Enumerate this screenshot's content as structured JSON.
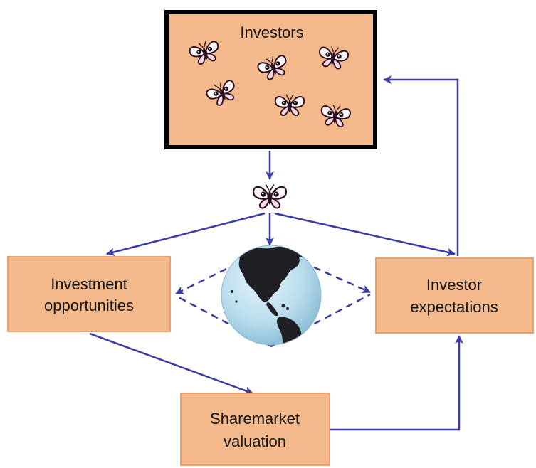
{
  "investors_box": {
    "title": "Investors"
  },
  "investment_box": {
    "line1": "Investment",
    "line2": "opportunities"
  },
  "expectations_box": {
    "line1": "Investor",
    "line2": "expectations"
  },
  "valuation_box": {
    "line1": "Sharemarket",
    "line2": "valuation"
  },
  "colors": {
    "box_fill": "#f4b98a",
    "box_border": "#e9a06c",
    "investors_border": "#000000",
    "arrow": "#3b3ba6",
    "globe_ocean": "#b9dcec",
    "globe_land": "#1f1f24"
  },
  "icons": {
    "investor_figure": "butterfly-icon",
    "world": "globe-icon"
  }
}
